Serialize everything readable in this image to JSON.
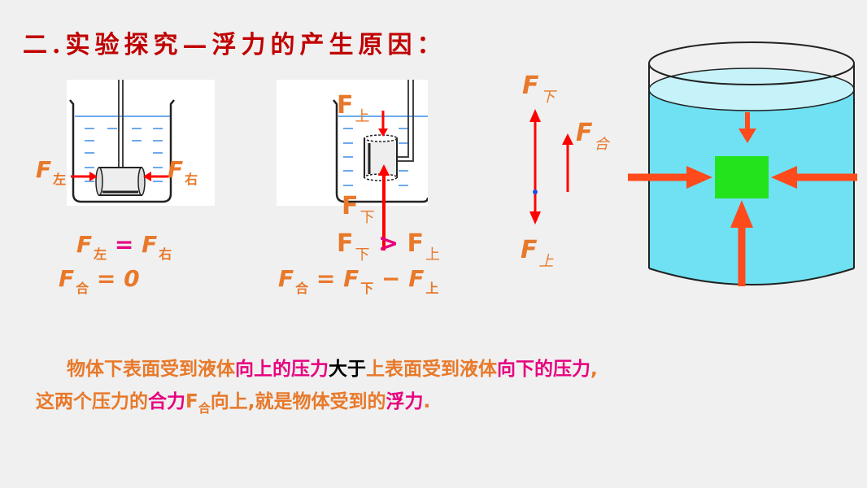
{
  "title": "二.实验探究—浮力的产生原因：",
  "left_experiment": {
    "f_left_sym": "F",
    "f_left_sub": "左",
    "f_right_sym": "F",
    "f_right_sub": "右",
    "eq1": {
      "a": "F",
      "a_sub": "左",
      "op": "=",
      "b": "F",
      "b_sub": "右"
    },
    "eq2": {
      "a": "F",
      "a_sub": "合",
      "op": "=",
      "b": "0"
    }
  },
  "middle_experiment": {
    "f_top_sym": "F",
    "f_top_sub": "上",
    "f_bottom_sym": "F",
    "f_bottom_sub": "下",
    "eq1": {
      "a": "F",
      "a_sub": "下",
      "op": ">",
      "b": "F",
      "b_sub": "上"
    },
    "eq2": {
      "a": "F",
      "a_sub": "合",
      "op": "=",
      "b": "F",
      "b_sub": "下",
      "op2": "−",
      "c": "F",
      "c_sub": "上"
    }
  },
  "force_diagram": {
    "f_down_sym": "F",
    "f_down_sub": "下",
    "f_net_sym": "F",
    "f_net_sub": "合",
    "f_up_sym": "F",
    "f_up_sub": "上"
  },
  "conclusion": {
    "line1": [
      {
        "text": "物体下表面受到液体",
        "color": "orange"
      },
      {
        "text": "向上的压力",
        "color": "magenta"
      },
      {
        "text": "大于",
        "color": "black"
      },
      {
        "text": "上表面受到液体",
        "color": "orange"
      },
      {
        "text": "向下的压力",
        "color": "magenta"
      },
      {
        "text": ",",
        "color": "orange"
      }
    ],
    "line2": [
      {
        "text": "这两个压力的",
        "color": "orange"
      },
      {
        "text": "合力",
        "color": "magenta"
      },
      {
        "text": "F",
        "color": "orange"
      },
      {
        "text": "合",
        "color": "orange",
        "sub": true
      },
      {
        "text": "向上,就是物体受到的",
        "color": "orange"
      },
      {
        "text": "浮力",
        "color": "magenta"
      },
      {
        "text": ".",
        "color": "orange"
      }
    ]
  },
  "colors": {
    "title": "#c00000",
    "orange": "#e8792a",
    "magenta": "#e6007e",
    "arrow": "#ff0000",
    "water": "#6fe1f2",
    "cube": "#22e31c"
  }
}
